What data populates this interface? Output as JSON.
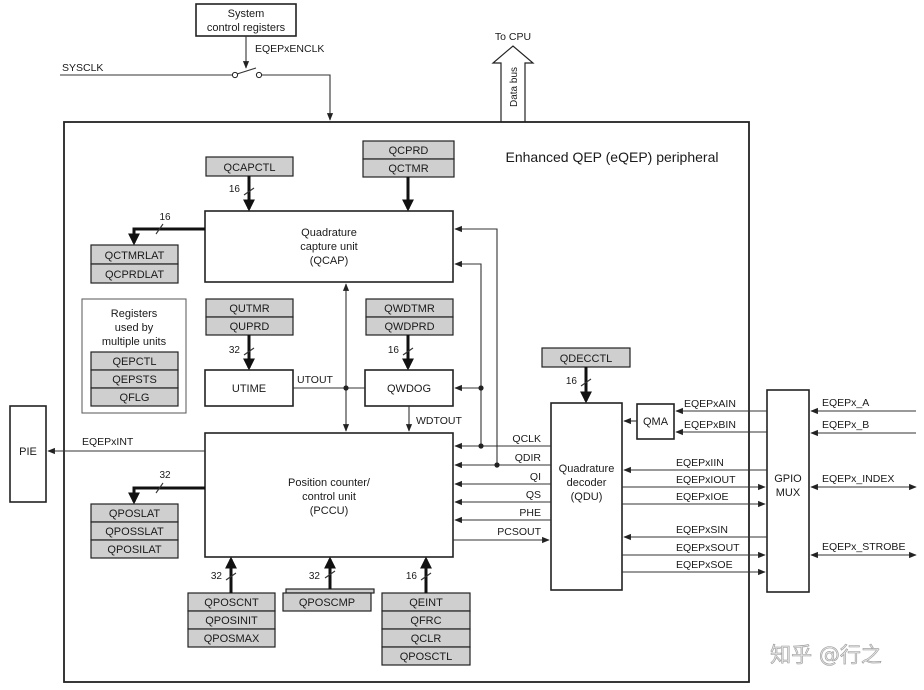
{
  "system_box": [
    "System",
    "control registers"
  ],
  "labels": {
    "eqepxenclk": "EQEPxENCLK",
    "sysclk": "SYSCLK",
    "to_cpu": "To CPU",
    "data_bus": "Data bus",
    "peripheral_title": "Enhanced QEP (eQEP) peripheral",
    "pie": "PIE",
    "eqepxint": "EQEPxINT",
    "utout": "UTOUT",
    "wdtout": "WDTOUT",
    "qma": "QMA",
    "gpio_mux": [
      "GPIO",
      "MUX"
    ],
    "shared_regs_caption": [
      "Registers",
      "used by",
      "multiple units"
    ]
  },
  "units": {
    "qcap": [
      "Quadrature",
      "capture unit",
      "(QCAP)"
    ],
    "utime": "UTIME",
    "qwdog": "QWDOG",
    "pccu": [
      "Position counter/",
      "control unit",
      "(PCCU)"
    ],
    "qdu": [
      "Quadrature",
      "decoder",
      "(QDU)"
    ]
  },
  "registers": {
    "qcapctl": "QCAPCTL",
    "qcprd_group": [
      "QCPRD",
      "QCTMR"
    ],
    "qctmrlat_group": [
      "QCTMRLAT",
      "QCPRDLAT"
    ],
    "shared": [
      "QEPCTL",
      "QEPSTS",
      "QFLG"
    ],
    "utmr_group": [
      "QUTMR",
      "QUPRD"
    ],
    "wdtmr_group": [
      "QWDTMR",
      "QWDPRD"
    ],
    "qdecctl": "QDECCTL",
    "qposlat_group": [
      "QPOSLAT",
      "QPOSSLAT",
      "QPOSILAT"
    ],
    "qposcnt_group": [
      "QPOSCNT",
      "QPOSINIT",
      "QPOSMAX"
    ],
    "qposcmp": "QPOSCMP",
    "qeint_group": [
      "QEINT",
      "QFRC",
      "QCLR",
      "QPOSCTL"
    ]
  },
  "bus_widths": {
    "qcapctl": "16",
    "qctmrlat": "16",
    "utmr": "32",
    "wdtmr": "16",
    "qdecctl": "16",
    "qposlat": "32",
    "qposcnt": "32",
    "qposcmp": "32",
    "qeint": "16"
  },
  "pccu_qdu_signals": [
    "QCLK",
    "QDIR",
    "QI",
    "QS",
    "PHE",
    "PCSOUT"
  ],
  "qdu_side_signals": [
    "EQEPxAIN",
    "EQEPxBIN",
    "EQEPxIIN",
    "EQEPxIOUT",
    "EQEPxIOE",
    "EQEPxSIN",
    "EQEPxSOUT",
    "EQEPxSOE"
  ],
  "pins": [
    "EQEPx_A",
    "EQEPx_B",
    "EQEPx_INDEX",
    "EQEPx_STROBE"
  ],
  "watermark": "知乎 @行之"
}
